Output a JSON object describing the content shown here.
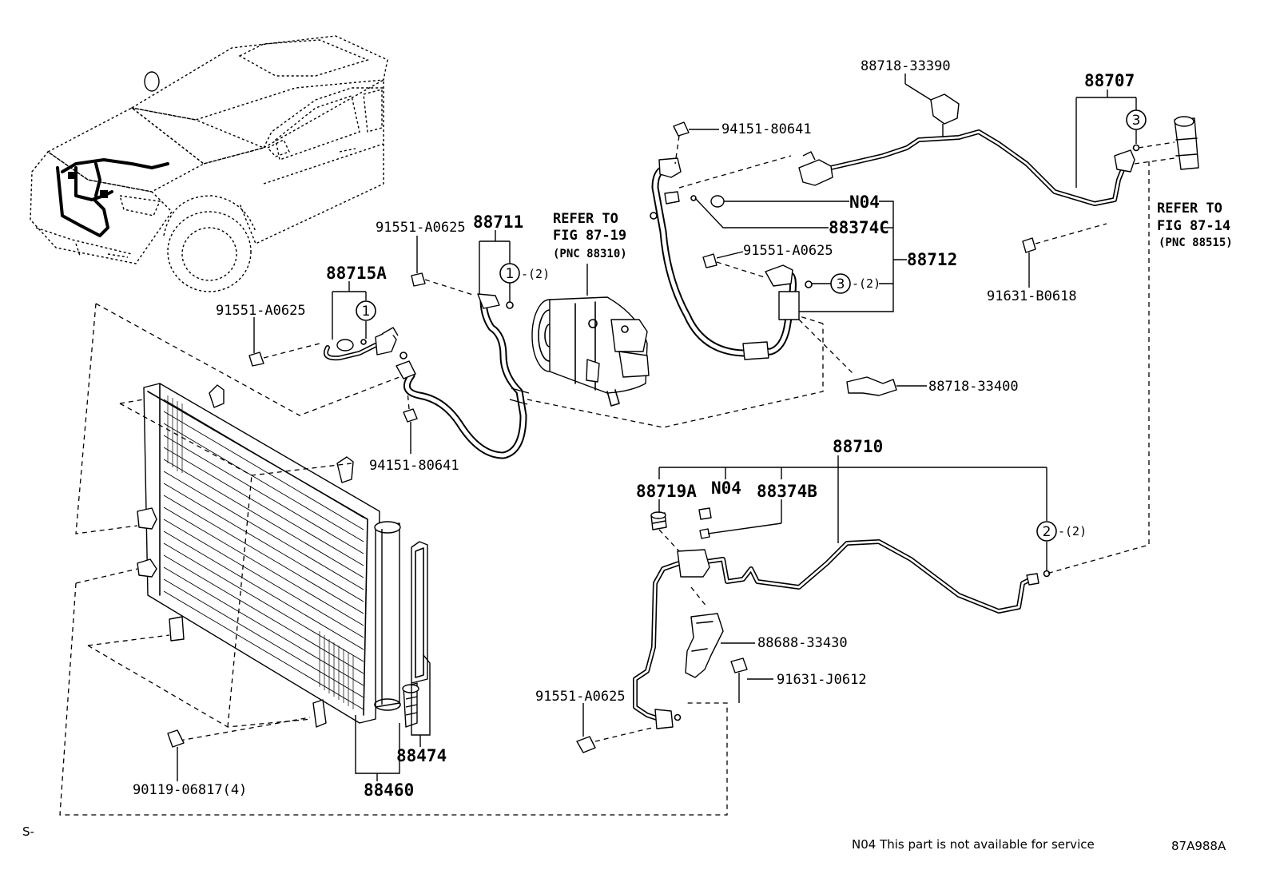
{
  "diagram": {
    "vehicle": {
      "icon": "car-icon"
    },
    "labels": {
      "p88718_33390": "88718-33390",
      "p88707": "88707",
      "p94151_80641_top": "94151-80641",
      "n04_top": "N04",
      "p88374c": "88374C",
      "p88712": "88712",
      "p91551_a0625_mid": "91551-A0625",
      "p91631_b0618": "91631-B0618",
      "p88718_33400": "88718-33400",
      "p88711": "88711",
      "p91551_a0625_top": "91551-A0625",
      "p88715a": "88715A",
      "p91551_a0625_left": "91551-A0625",
      "p94151_80641_low": "94151-80641",
      "p88710": "88710",
      "p88719a": "88719A",
      "n04_low": "N04",
      "p88374b": "88374B",
      "p88688_33430": "88688-33430",
      "p91631_j0612": "91631-J0612",
      "p91551_a0625_bottom": "91551-A0625",
      "p88474": "88474",
      "p88460": "88460",
      "p90119_06817": "90119-06817(4)"
    },
    "references": {
      "compressor": {
        "line1": "REFER TO",
        "line2": "FIG 87-19",
        "pnc": "(PNC 88310)"
      },
      "expansion_valve": {
        "line1": "REFER TO",
        "line2": "FIG 87-14",
        "pnc": "(PNC 88515)"
      }
    },
    "callouts": {
      "c1_88711": {
        "num": "1",
        "qty": "-(2)"
      },
      "c1_88715a": {
        "num": "1"
      },
      "c3_88712": {
        "num": "3",
        "qty": "-(2)"
      },
      "c3_88707": {
        "num": "3"
      },
      "c2_88710": {
        "num": "2",
        "qty": "-(2)"
      }
    }
  },
  "footer": {
    "left_code": "S-",
    "note": "N04 This part is not available for service",
    "figure_code": "87A988A"
  }
}
